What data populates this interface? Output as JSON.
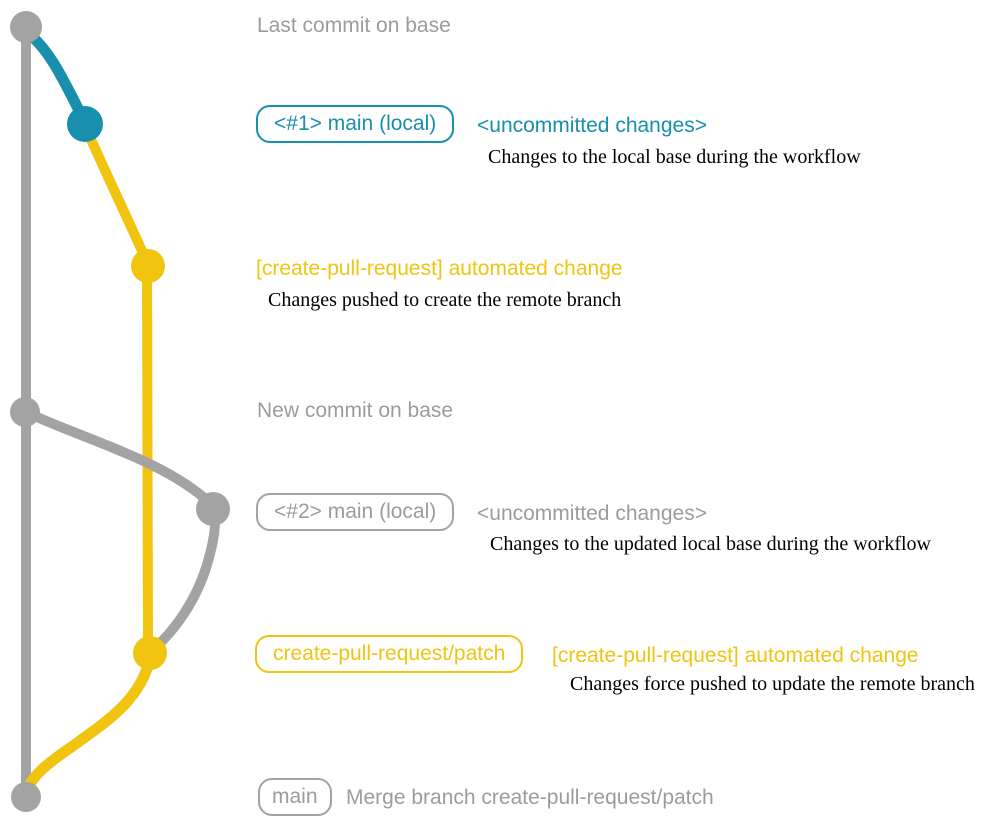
{
  "colors": {
    "teal": "#178fad",
    "yellow": "#f1c40f",
    "gray": "#a3a3a3",
    "graytext": "#9c9c9c",
    "desctext": "#000000"
  },
  "graph": {
    "branches": [
      "base",
      "main-local",
      "create-pull-request-patch"
    ],
    "commits": [
      {
        "id": "base-tip",
        "color": "gray"
      },
      {
        "id": "main-local-1",
        "color": "teal"
      },
      {
        "id": "patch-1",
        "color": "yellow"
      },
      {
        "id": "base-new",
        "color": "gray"
      },
      {
        "id": "main-local-2",
        "color": "gray"
      },
      {
        "id": "patch-2",
        "color": "yellow"
      },
      {
        "id": "base-merge",
        "color": "gray"
      }
    ]
  },
  "annotations": {
    "last_commit_on_base": "Last commit on base",
    "step1": {
      "branch_box": "<#1> main (local)",
      "status": "<uncommitted changes>",
      "description": "Changes to the local base during the workflow"
    },
    "step2": {
      "commit_message": "[create-pull-request] automated change",
      "description": "Changes pushed to create the remote branch"
    },
    "new_commit_on_base": "New commit on base",
    "step3": {
      "branch_box": "<#2> main (local)",
      "status": "<uncommitted changes>",
      "description": "Changes to the updated local base during the workflow"
    },
    "step4": {
      "branch_box": "create-pull-request/patch",
      "commit_message": "[create-pull-request] automated change",
      "description": "Changes force pushed to update the remote branch"
    },
    "step5": {
      "branch_box": "main",
      "commit_message": "Merge branch create-pull-request/patch"
    }
  }
}
